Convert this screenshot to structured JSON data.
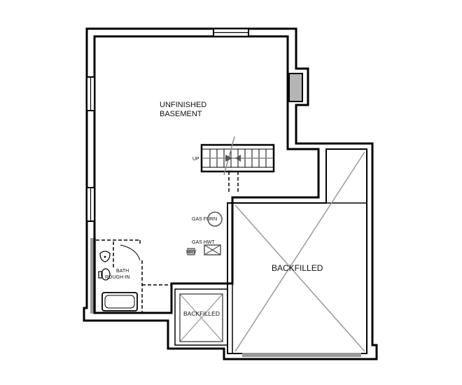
{
  "plan": {
    "rooms": {
      "unfinished_line1": "UNFINISHED",
      "unfinished_line2": "BASEMENT",
      "backfilled_large": "BACKFILLED",
      "backfilled_small": "BACKFILLED",
      "bath_line1": "BATH",
      "bath_line2": "ROUGH-IN"
    },
    "fixtures": {
      "gas_furn": "GAS FURN",
      "gas_hwt": "GAS HWT",
      "hrv": "HRV"
    },
    "stairs": {
      "up_label": "UP"
    }
  }
}
